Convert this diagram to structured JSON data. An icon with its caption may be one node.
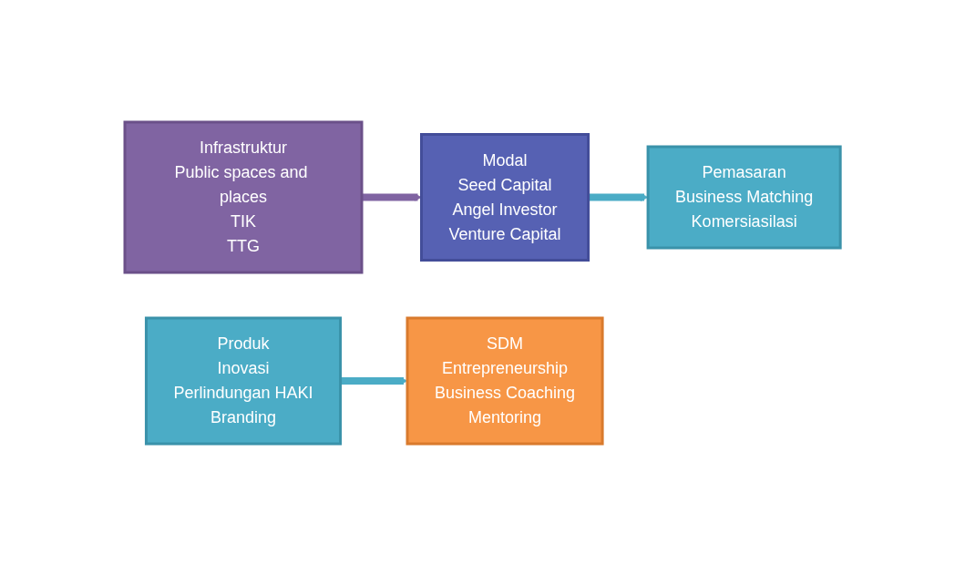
{
  "diagram": {
    "nodes": [
      {
        "text": [
          "Infrastruktur",
          "Public spaces and places",
          "TIK",
          "TTG"
        ]
      },
      {
        "text": [
          "Modal",
          "Seed Capital",
          "Angel Investor",
          "Venture Capital"
        ]
      },
      {
        "text": [
          "Pemasaran",
          "Business Matching",
          "Komersiasilasi"
        ]
      },
      {
        "text": [
          "Produk",
          "Inovasi",
          "Perlindungan HAKI",
          "Branding"
        ]
      },
      {
        "text": [
          "SDM",
          "Entrepreneurship",
          "Business Coaching",
          "Mentoring"
        ]
      }
    ],
    "edges": [
      {
        "from": 0,
        "to": 1,
        "arrow": "to",
        "color": "#8064a2"
      },
      {
        "from": 1,
        "to": 2,
        "arrow": "to"
      },
      {
        "from": 3,
        "to": 4,
        "arrow": "to"
      }
    ]
  }
}
